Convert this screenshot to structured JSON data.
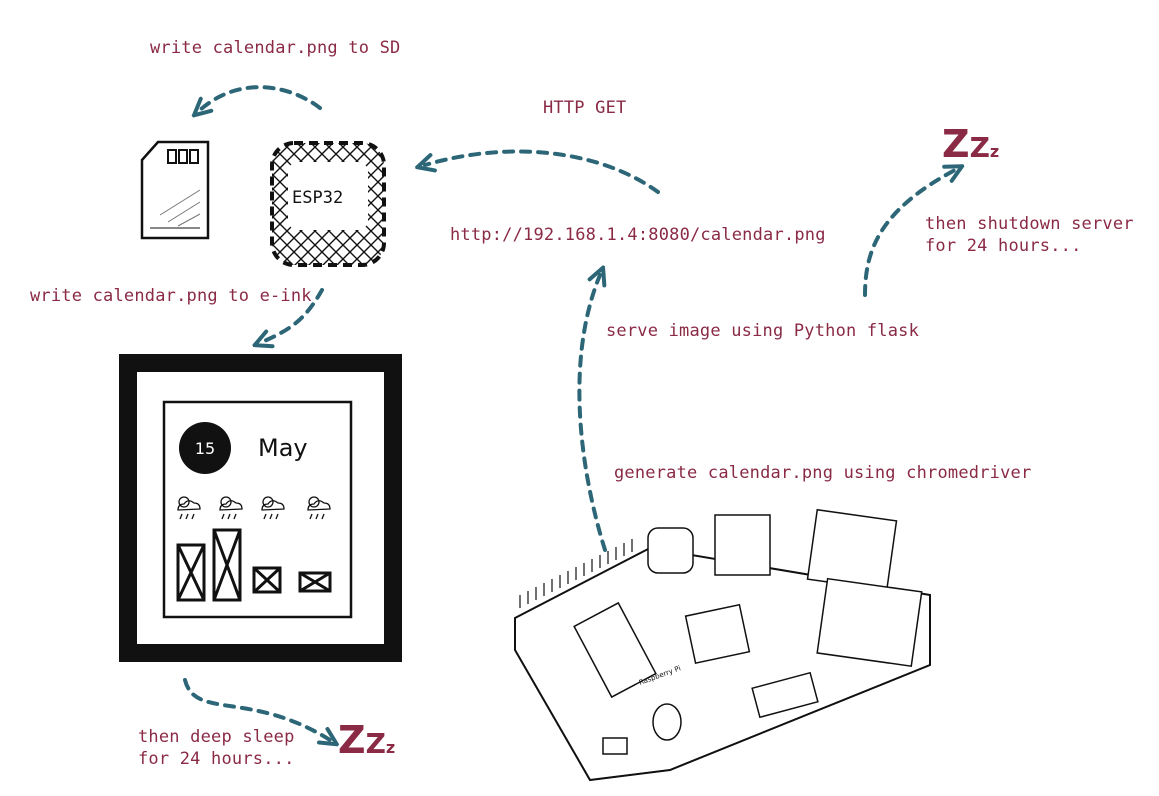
{
  "labels": {
    "write_sd": "write calendar.png to SD",
    "http_get": "HTTP GET",
    "url": "http://192.168.1.4:8080/calendar.png",
    "write_eink": "write calendar.png to e-ink",
    "serve": "serve image using Python flask",
    "generate": "generate calendar.png using chromedriver",
    "shutdown_line1": "then shutdown server",
    "shutdown_line2": "for 24 hours...",
    "deep_sleep_line1": "then deep sleep",
    "deep_sleep_line2": "for 24 hours..."
  },
  "sleep_symbol": {
    "big": "Z",
    "mid": "Z",
    "small": "z"
  },
  "esp32": {
    "label": "ESP32"
  },
  "eink_display": {
    "day": "15",
    "month": "May",
    "weather_icons": [
      "weather-icon",
      "weather-icon",
      "weather-icon",
      "weather-icon"
    ]
  },
  "board": {
    "name": "Raspberry Pi"
  },
  "colors": {
    "arrow": "#2c6677",
    "text": "#8a2a45",
    "ink": "#111111"
  }
}
